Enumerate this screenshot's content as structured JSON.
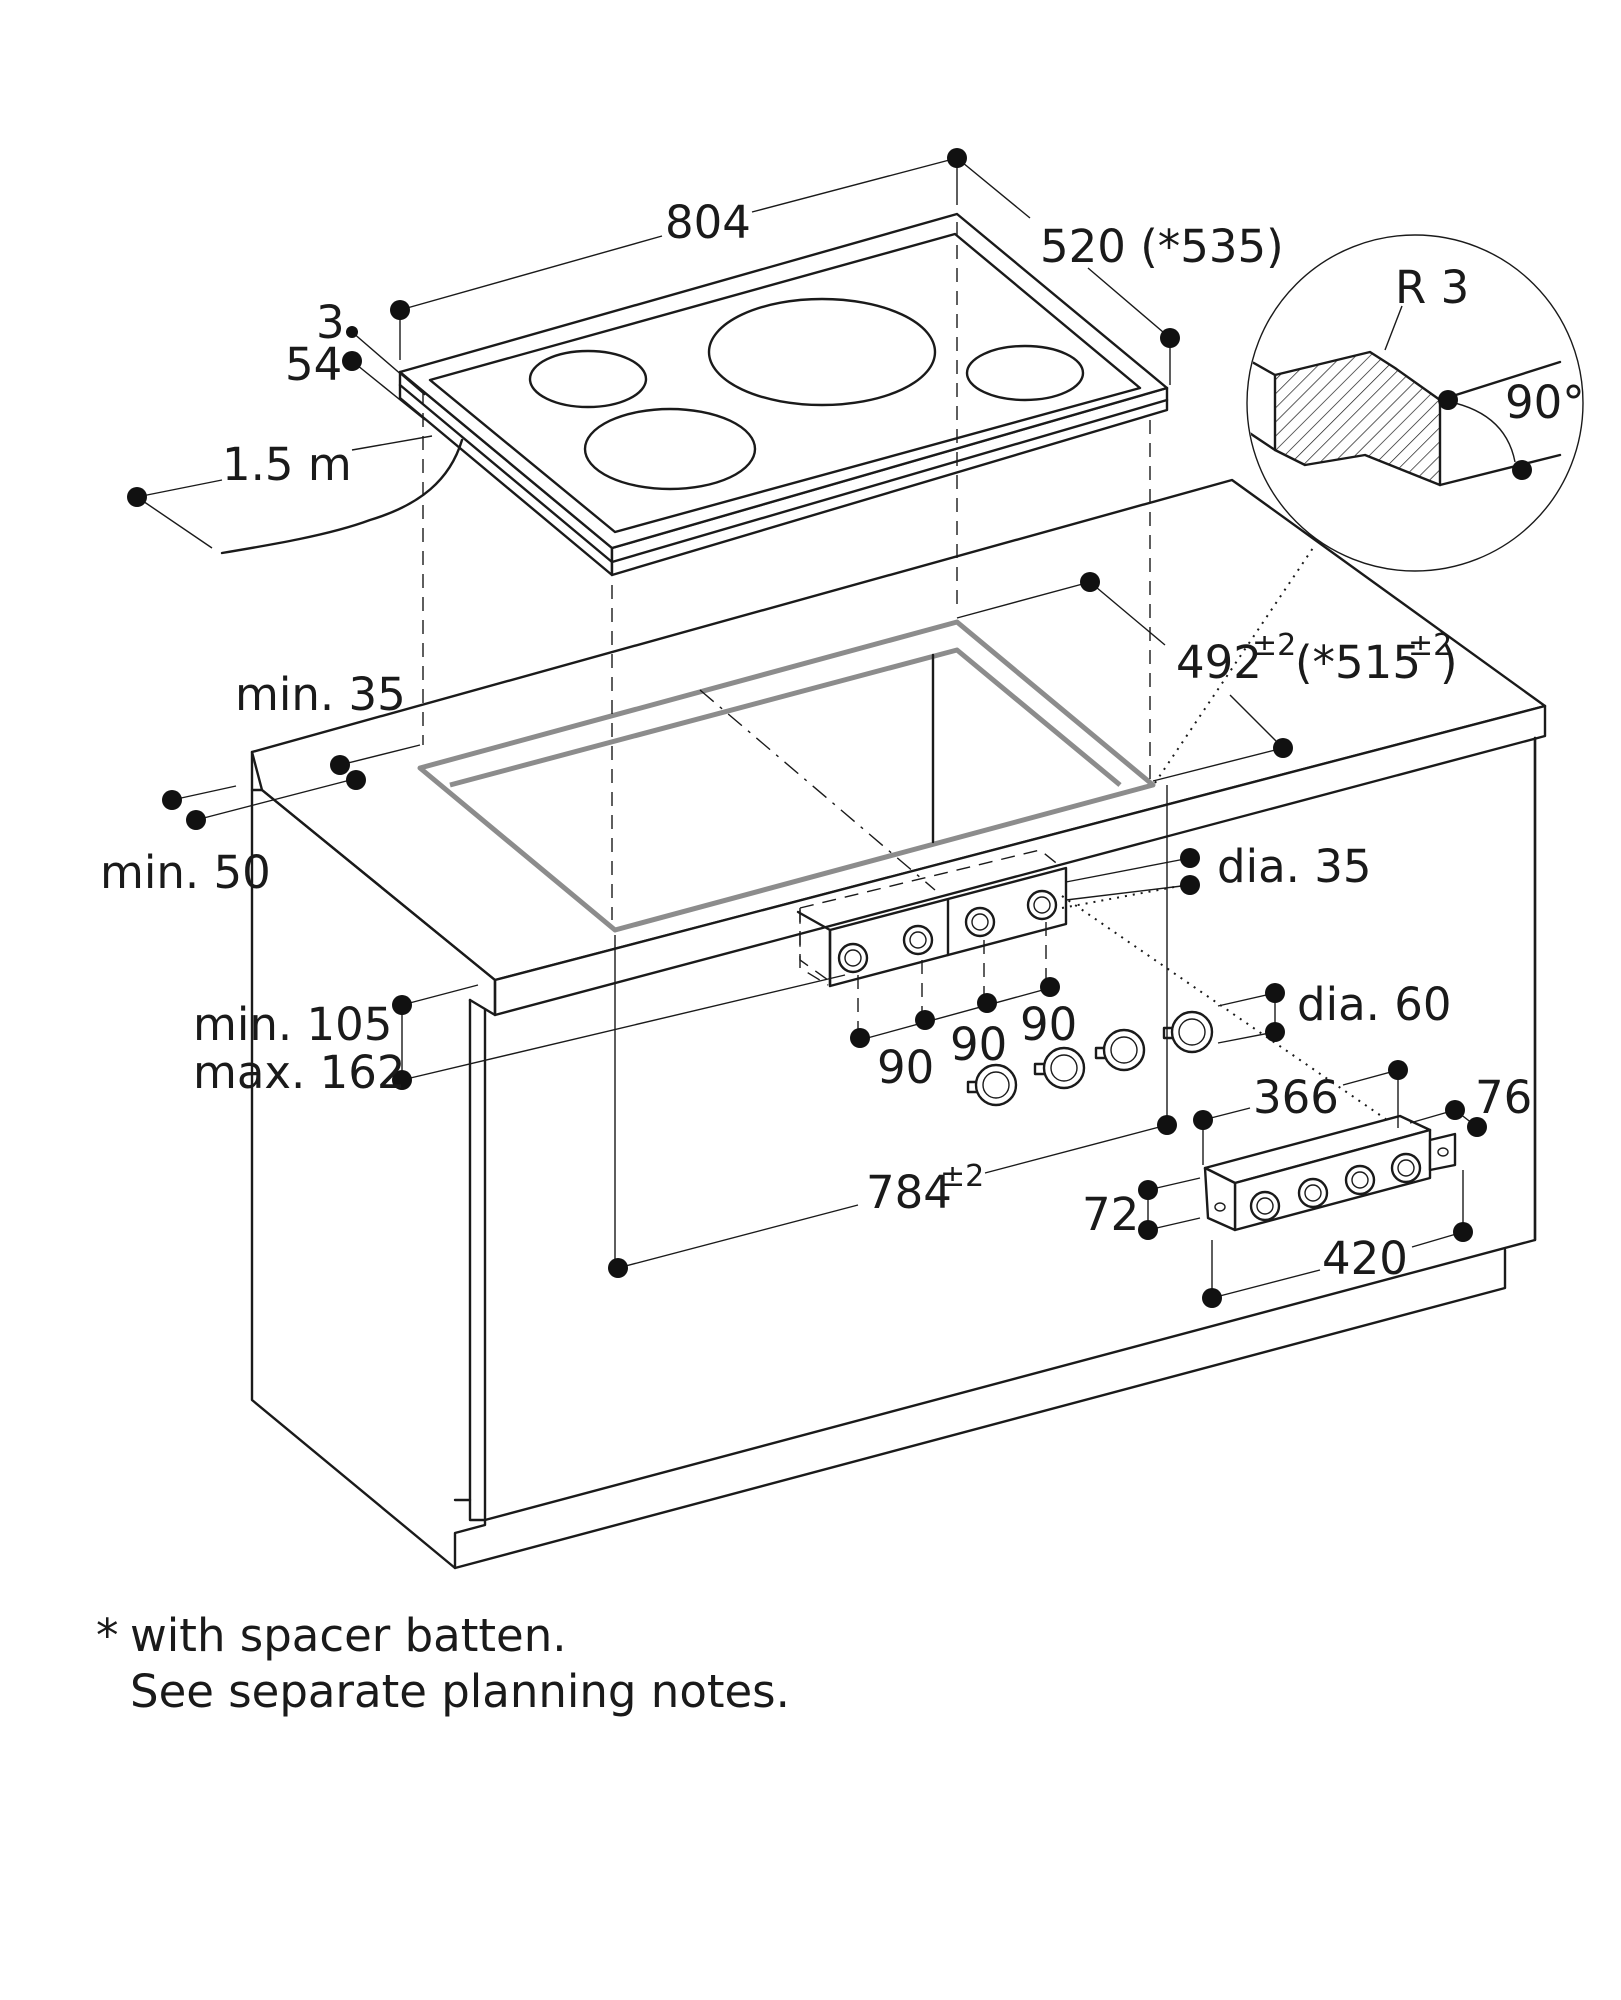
{
  "labels": {
    "width_804": "804",
    "depth_520": "520 (*535)",
    "thickness_3": "3",
    "height_54": "54",
    "cable_1_5m": "1.5 m",
    "radius_r3": "R 3",
    "angle_90": "90°",
    "cutout_depth": "492",
    "cutout_depth_tol": "±2",
    "cutout_depth_alt": "(*515",
    "cutout_depth_alt_tol": "±2",
    "cutout_depth_alt_close": ")",
    "min_35": "min. 35",
    "min_50": "min. 50",
    "dia_35": "dia. 35",
    "dia_60": "dia. 60",
    "min_105": "min. 105",
    "max_162": "max. 162",
    "spacing_90_a": "90",
    "spacing_90_b": "90",
    "spacing_90_c": "90",
    "dim_366": "366",
    "dim_76": "76",
    "cutout_width": "784",
    "cutout_width_tol": "±2",
    "dim_72": "72",
    "dim_420": "420"
  },
  "footnote": {
    "marker": "*",
    "line1": "with spacer batten.",
    "line2": "See separate planning notes."
  }
}
